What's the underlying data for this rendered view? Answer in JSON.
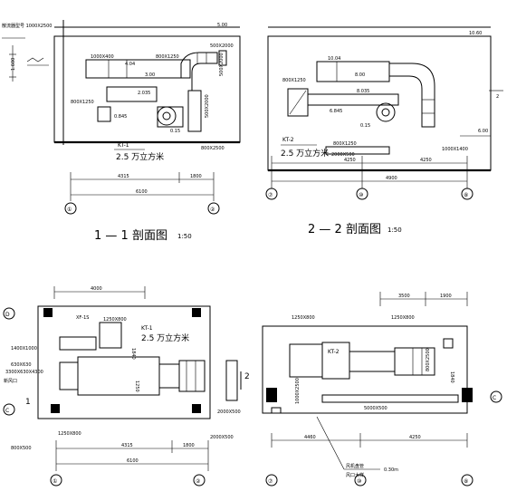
{
  "drawing": {
    "section_1": {
      "title": "1 — 1 剖面图",
      "scale": "1:50",
      "notes": {
        "top_left": "散流器型号 1000X2500",
        "el_top": "5.00",
        "el_left": "1.600",
        "duct_top": "1000X400",
        "el_a": "4.04",
        "el_b": "3.00",
        "duct_mid": "800X1250",
        "duct_right_a": "500X2000",
        "duct_right_b": "500X2000",
        "duct_left": "800X1250",
        "el_c": "2.035",
        "el_d": "0.845",
        "el_e": "0.15",
        "duct_bottom": "800X2500",
        "unit_tag": "KT-1",
        "unit_desc": "2.5 万立方米",
        "dim_1": "4315",
        "dim_2": "1800",
        "dim_total": "6100",
        "axis_left": "①",
        "axis_right": "②"
      }
    },
    "section_2": {
      "title": "2 — 2 剖面图",
      "scale": "1:50",
      "notes": {
        "el_top": "10.60",
        "el_right": "6.00",
        "duct_left": "800X1250",
        "el_a": "10.04",
        "el_b": "8.00",
        "el_c": "8.035",
        "el_d": "6.845",
        "el_e": "0.15",
        "duct_bottom": "800X1250",
        "unit_tag": "KT-2",
        "unit_desc": "2.5 万立方米",
        "duct_low": "2000X500",
        "duct_right": "1000X1400",
        "dim_1": "4250",
        "dim_2": "4250",
        "dim_total": "4900",
        "axis_a": "⑦",
        "axis_b": "⑩",
        "axis_c": "⑧"
      }
    },
    "plan_1": {
      "notes": {
        "dim_top": "4000",
        "axis_d": "D",
        "axis_c": "C",
        "tag_xf": "XF-1S",
        "duct_a": "1250X800",
        "unit_tag": "KT-1",
        "unit_desc": "2.5 万立方米",
        "duct_b": "1400X1000",
        "duct_c": "630X630",
        "duct_d": "3300X630X4300",
        "duct_e": "800X500",
        "duct_f": "1250X800",
        "dim_v": "1840",
        "dim_v2": "1250",
        "dim_1": "4315",
        "dim_2": "1800",
        "dim_total": "6100",
        "duct_g": "2000X500",
        "duct_h": "2000X500",
        "section_mark": "2",
        "section_mark_left": "1",
        "axis_1": "①",
        "axis_2": "②",
        "label_left": "新风口"
      }
    },
    "plan_2": {
      "notes": {
        "dim_a": "3500",
        "dim_b": "1900",
        "duct_a": "1250X800",
        "duct_b": "1250X800",
        "unit_tag": "KT-2",
        "duct_c": "1000X2500",
        "duct_d": "800X2500",
        "dim_v": "1840",
        "dim_1": "4460",
        "dim_2": "4250",
        "duct_e": "5000X500",
        "axis_a": "⑦",
        "axis_b": "⑩",
        "axis_c": "⑧",
        "axis_right": "C",
        "legend_1": "风机盘管",
        "legend_2": "风口大样",
        "note": "0.30m"
      }
    }
  }
}
